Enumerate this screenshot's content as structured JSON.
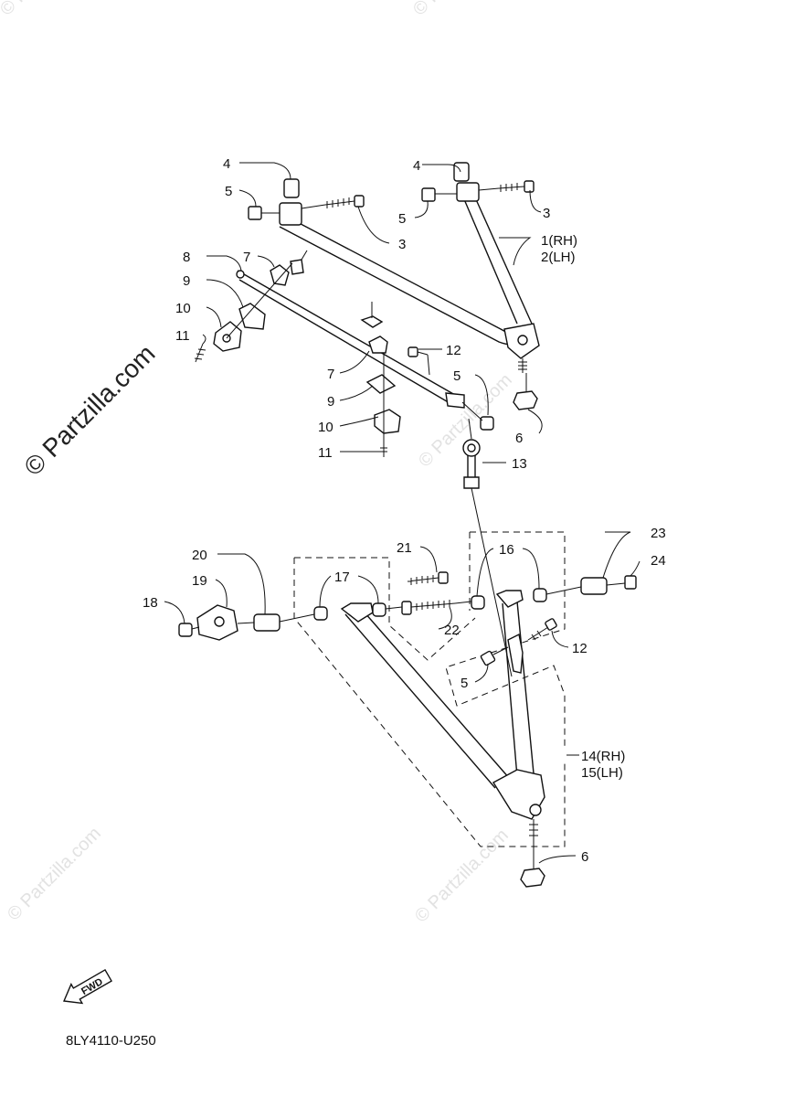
{
  "watermarks": {
    "main": "© Partzilla.com",
    "small": "© Partzilla.com"
  },
  "callouts": [
    {
      "id": "c4a",
      "text": "4"
    },
    {
      "id": "c4b",
      "text": "4"
    },
    {
      "id": "c5a",
      "text": "5"
    },
    {
      "id": "c5b",
      "text": "5"
    },
    {
      "id": "c3a",
      "text": "3"
    },
    {
      "id": "c3b",
      "text": "3"
    },
    {
      "id": "c1",
      "text": "1(RH)"
    },
    {
      "id": "c2",
      "text": "2(LH)"
    },
    {
      "id": "c8",
      "text": "8"
    },
    {
      "id": "c7a",
      "text": "7"
    },
    {
      "id": "c9a",
      "text": "9"
    },
    {
      "id": "c10a",
      "text": "10"
    },
    {
      "id": "c11a",
      "text": "11"
    },
    {
      "id": "c12a",
      "text": "12"
    },
    {
      "id": "c7b",
      "text": "7"
    },
    {
      "id": "c5c",
      "text": "5"
    },
    {
      "id": "c9b",
      "text": "9"
    },
    {
      "id": "c6a",
      "text": "6"
    },
    {
      "id": "c10b",
      "text": "10"
    },
    {
      "id": "c11b",
      "text": "11"
    },
    {
      "id": "c13",
      "text": "13"
    },
    {
      "id": "c23",
      "text": "23"
    },
    {
      "id": "c21",
      "text": "21"
    },
    {
      "id": "c16",
      "text": "16"
    },
    {
      "id": "c20",
      "text": "20"
    },
    {
      "id": "c24",
      "text": "24"
    },
    {
      "id": "c17",
      "text": "17"
    },
    {
      "id": "c19",
      "text": "19"
    },
    {
      "id": "c18",
      "text": "18"
    },
    {
      "id": "c22",
      "text": "22"
    },
    {
      "id": "c12b",
      "text": "12"
    },
    {
      "id": "c5d",
      "text": "5"
    },
    {
      "id": "c14",
      "text": "14(RH)"
    },
    {
      "id": "c15",
      "text": "15(LH)"
    },
    {
      "id": "c6b",
      "text": "6"
    }
  ],
  "fwd_label": "FWD",
  "document_code": "8LY4110-U250"
}
